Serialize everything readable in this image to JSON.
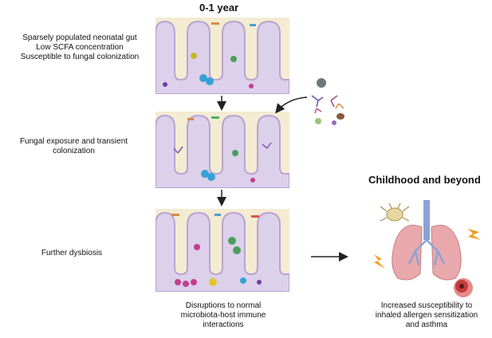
{
  "header": {
    "title": "0-1 year"
  },
  "stages": [
    {
      "label_lines": [
        "Sparsely populated neonatal gut",
        "Low SCFA concentration",
        "Susceptible to fungal colonization"
      ]
    },
    {
      "label_lines": [
        "Fungal exposure and transient",
        "colonization"
      ]
    },
    {
      "label_lines": [
        "Further dysbiosis"
      ]
    }
  ],
  "bottom_caption": {
    "lines": [
      "Disruptions to normal",
      "microbiota-host immune",
      "interactions"
    ]
  },
  "right": {
    "title": "Childhood and beyond",
    "caption_lines": [
      "Increased susceptibility to",
      "inhaled allergen sensitization",
      "and asthma"
    ]
  },
  "colors": {
    "villus_fill": "#dcd0ea",
    "villus_edge": "#b9a3d2",
    "lumen": "#f3ecd2",
    "lung": "#e9a9ac",
    "trachea": "#8aa3d6",
    "bolt": "#f29a1e"
  },
  "icons": [
    "fungal-spores-icon",
    "dust-mite-icon",
    "lightning-bolt-icon",
    "lungs-icon",
    "inflamed-airway-icon",
    "arrow-icon"
  ]
}
